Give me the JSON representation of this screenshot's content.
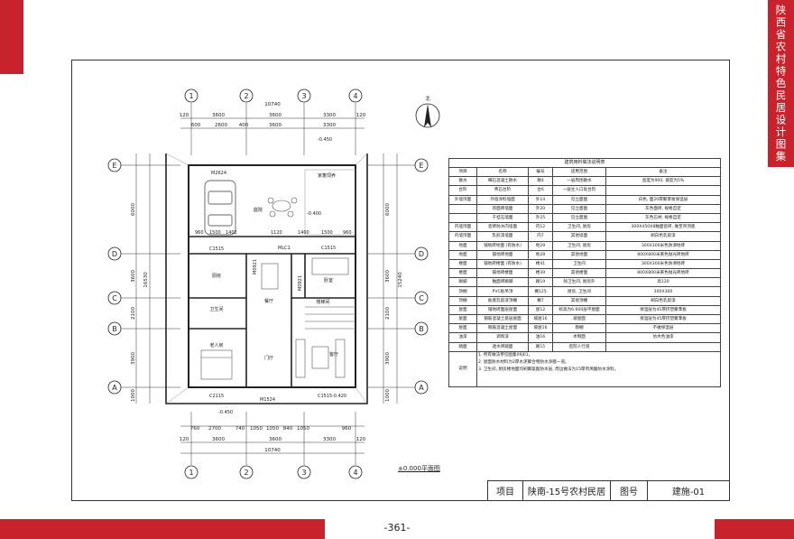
{
  "side_tab": "陕西省农村特色民居设计图集",
  "page_number": "-361-",
  "title_block": {
    "item_label": "项目",
    "project_name": "陕南-15号农村民居",
    "drawing_no_label": "图号",
    "drawing_no": "建施-01"
  },
  "plan": {
    "caption": "±0.000平面图",
    "north": "北",
    "top_total": "10740",
    "bottom_total": "10740",
    "top_dims": [
      "120",
      "3600",
      "3600",
      "3300",
      "120"
    ],
    "top_sub": [
      "600",
      "2600",
      "400",
      "3600",
      "3300"
    ],
    "bottom_dims": [
      "120",
      "3600",
      "3600",
      "3300",
      "120"
    ],
    "bottom_sub": [
      "760",
      "2700",
      "740",
      "1050",
      "1050",
      "840",
      "1050",
      "960"
    ],
    "left_dims": [
      "6000",
      "3600",
      "2100",
      "3900",
      "1000"
    ],
    "left_total": "16530",
    "right_dims": [
      "6000",
      "3600",
      "2100",
      "3900",
      "1000"
    ],
    "right_total": "15240",
    "grid_cols": [
      "1",
      "2",
      "3",
      "4"
    ],
    "grid_rows": [
      "E",
      "D",
      "C",
      "B",
      "A"
    ],
    "level_top": "-0.450",
    "level_mid": "-0.400",
    "level_bot": "-0.450",
    "level_bot2": "-0.420",
    "rooms": {
      "garage_court": "庭院",
      "storage": "家畜饲养",
      "kitchen": "厨房",
      "dining": "餐厅",
      "bedroom1": "卧室",
      "bedroom_old": "老人房",
      "living": "客厅",
      "entry": "门厅",
      "wc": "卫生间",
      "stair": "楼梯间"
    },
    "labels": {
      "m2624": "M2624",
      "c1515a": "C1515",
      "mlc1": "MLC1",
      "c1515b": "C1515",
      "m0921a": "M0921",
      "m0921b": "M0921",
      "m1524": "M1524",
      "c2115": "C2115",
      "c1515c": "C1515",
      "w960": "960",
      "w1500": "1500",
      "w1402": "1402",
      "w1120": "1120",
      "w1400": "1400",
      "w1500b": "1500",
      "w960b": "960"
    }
  },
  "finish_table": {
    "title": "建筑用料做法说明表",
    "headers": [
      "项目",
      "名称",
      "编号",
      "适用范围",
      "备注"
    ],
    "rows": [
      [
        "散水",
        "细石混凝土散水",
        "散4",
        "一层周围散水",
        "宽度为900, 坡度为5%"
      ],
      [
        "台阶",
        "青石台阶",
        "台6",
        "一层主入口处台阶",
        ""
      ],
      [
        "外墙饰面",
        "外墙涂料墙面",
        "外14",
        "见立面图",
        "白色, 面20厚聚苯板保温层"
      ],
      [
        "",
        "饰面砖墙面",
        "外20",
        "见立面图",
        "灰色面砖, 规格自定"
      ],
      [
        "",
        "干挂石墙面",
        "外25",
        "见立面图",
        "灰色石材, 规格自定"
      ],
      [
        "内墙饰面",
        "瓷砖防水内墙面",
        "内12",
        "卫生间, 厨房",
        "300X450X8釉面瓷砖, 做至吊顶底"
      ],
      [
        "内墙饰面",
        "乳胶漆墙面",
        "内7",
        "其他墙面",
        "刷白色乳胶漆"
      ],
      [
        "地面",
        "铺地砖地面 (有防水)",
        "地29",
        "卫生间, 厨房",
        "300X300米色防滑地砖"
      ],
      [
        "地面",
        "铺地砖地面",
        "地28",
        "其他地面",
        "800X800米黄色抛光砖地砖"
      ],
      [
        "楼面",
        "铺地砖楼面 (有防水)",
        "楼41",
        "卫生间",
        "300X300米色防滑地砖"
      ],
      [
        "楼面",
        "铺地砖楼面",
        "楼39",
        "其他楼面",
        "800X800米黄色抛光砖地砖"
      ],
      [
        "踢脚",
        "釉面砖踢脚",
        "踢19",
        "除卫生间, 厨房外",
        "高120"
      ],
      [
        "顶棚",
        "PVC板吊顶",
        "棚125",
        "厨房, 卫生间",
        "300X300"
      ],
      [
        "顶棚",
        "板底乳胶漆顶棚",
        "棚7",
        "其他顶棚",
        "刷白色乳胶漆"
      ],
      [
        "屋面",
        "铺地砖面层屋面",
        "屋12",
        "标高为6.600层平屋面",
        "保温层为45厚挤塑聚苯板"
      ],
      [
        "屋面",
        "钢筋混凝土基层屋面",
        "坡屋16",
        "坡屋面",
        "保温层为45厚挤塑聚苯板"
      ],
      [
        "屋面",
        "钢筋混凝土屋面",
        "坡屋16",
        "雨棚",
        "不做保温层"
      ],
      [
        "油漆",
        "调和漆",
        "油16",
        "木制面",
        "仿木色油漆"
      ],
      [
        "踏面",
        "透水砖踏面",
        "路15",
        "后院人行道",
        ""
      ]
    ],
    "notes_label": "说明",
    "notes": [
      "1. 所有做法参见图集09J01。",
      "2. 屋面防水材料为2厚水泥聚合物防水涂膜一道。",
      "3. 卫生间, 厨房楼地面均刷聚氨酯防水层, 周边做法为15厚丙烯酸防水涂料。"
    ]
  },
  "colors": {
    "accent": "#c8232c",
    "line": "#333333"
  }
}
